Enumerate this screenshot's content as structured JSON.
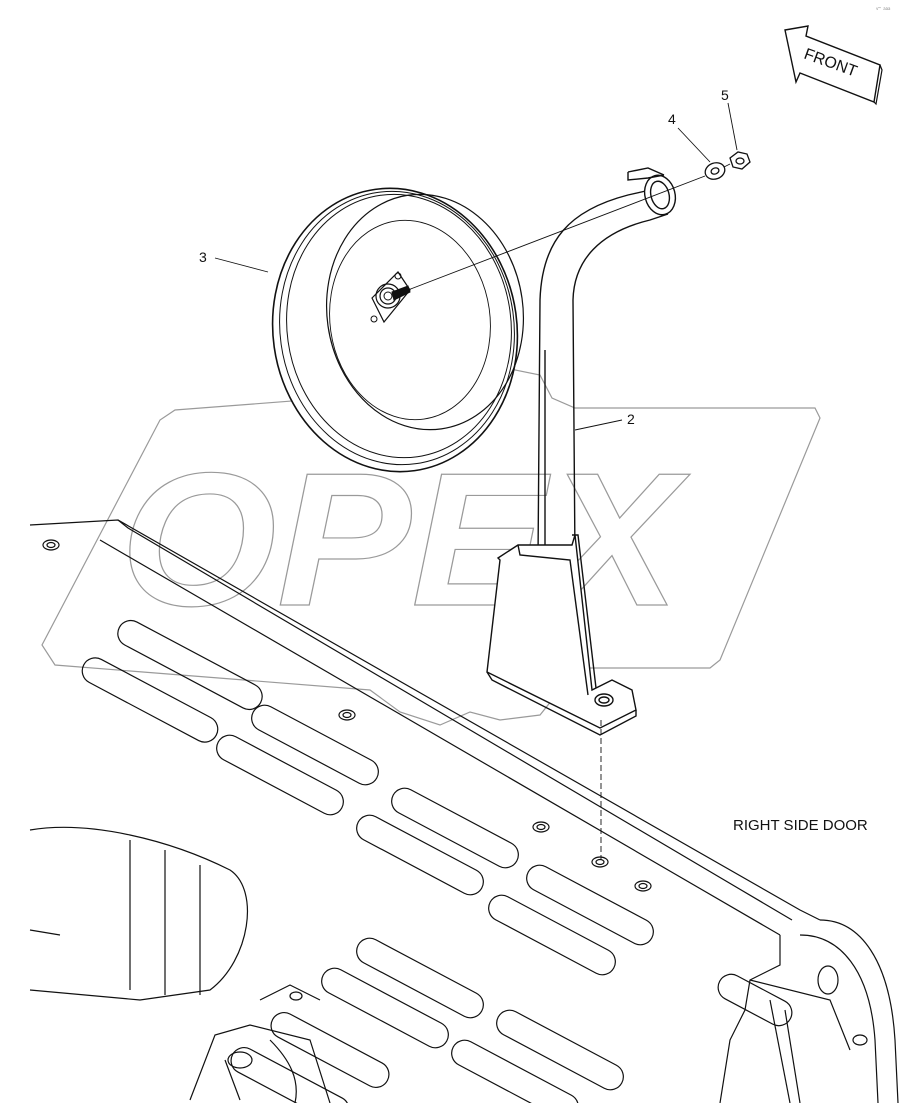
{
  "orientation_label": "FRONT",
  "caption": "RIGHT SIDE DOOR",
  "stamp": "v™ aaa",
  "watermark": "OPEX",
  "callouts": [
    {
      "number": "2",
      "part": "mirror-bracket"
    },
    {
      "number": "3",
      "part": "mirror"
    },
    {
      "number": "4",
      "part": "washer"
    },
    {
      "number": "5",
      "part": "nut"
    }
  ],
  "colors": {
    "line": "#111111",
    "watermark": "#9a9a9a",
    "background": "#ffffff"
  }
}
